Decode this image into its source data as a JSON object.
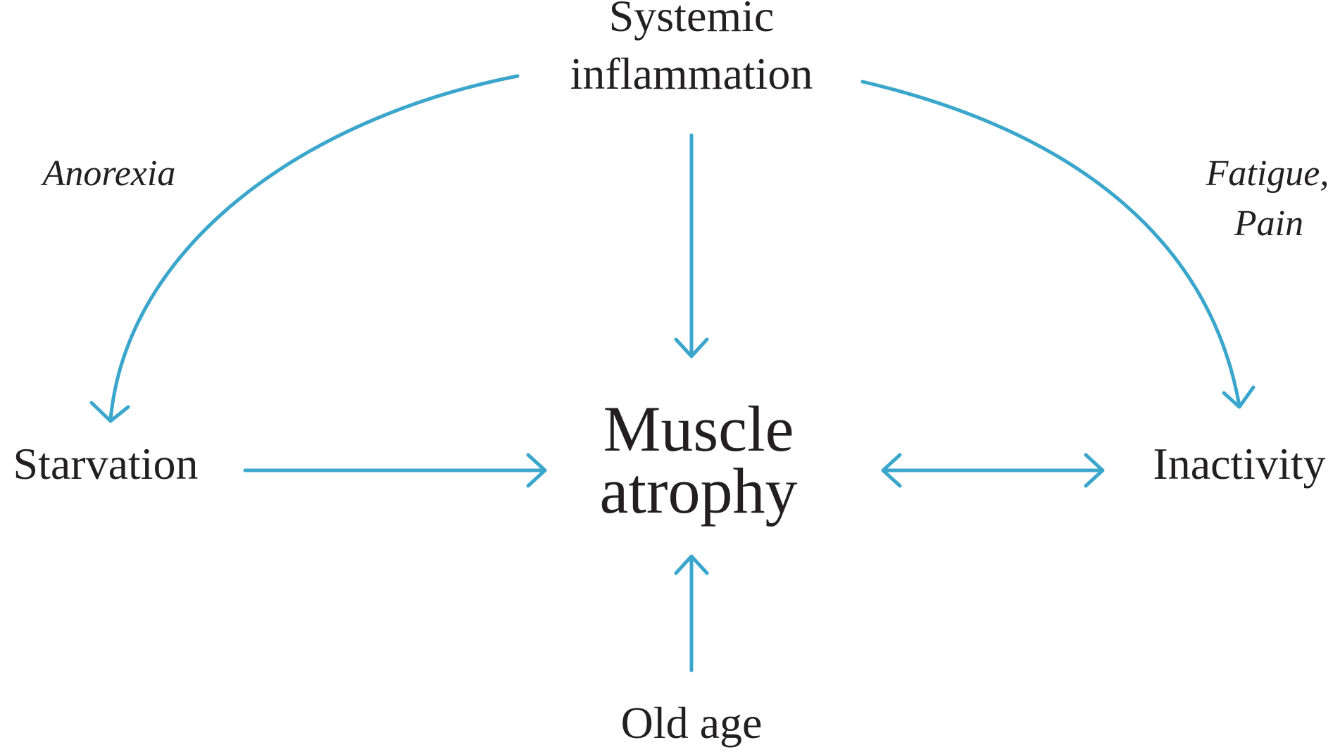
{
  "diagram": {
    "accent_color": "#3aa6cc",
    "text_color": "#231f20",
    "nodes": {
      "systemic_line1": "Systemic",
      "systemic_line2": "inflammation",
      "muscle_line1": "Muscle",
      "muscle_line2": "atrophy",
      "starvation": "Starvation",
      "inactivity": "Inactivity",
      "old_age": "Old age"
    },
    "edge_labels": {
      "anorexia": "Anorexia",
      "fatigue": "Fatigue,",
      "pain": "Pain"
    },
    "edges": [
      {
        "from": "Systemic inflammation",
        "to": "Starvation",
        "label": "Anorexia"
      },
      {
        "from": "Systemic inflammation",
        "to": "Muscle atrophy",
        "label": ""
      },
      {
        "from": "Systemic inflammation",
        "to": "Inactivity",
        "label": "Fatigue, Pain"
      },
      {
        "from": "Starvation",
        "to": "Muscle atrophy",
        "label": ""
      },
      {
        "from": "Muscle atrophy",
        "to": "Inactivity",
        "label": "",
        "bidirectional": true
      },
      {
        "from": "Old age",
        "to": "Muscle atrophy",
        "label": ""
      }
    ]
  }
}
